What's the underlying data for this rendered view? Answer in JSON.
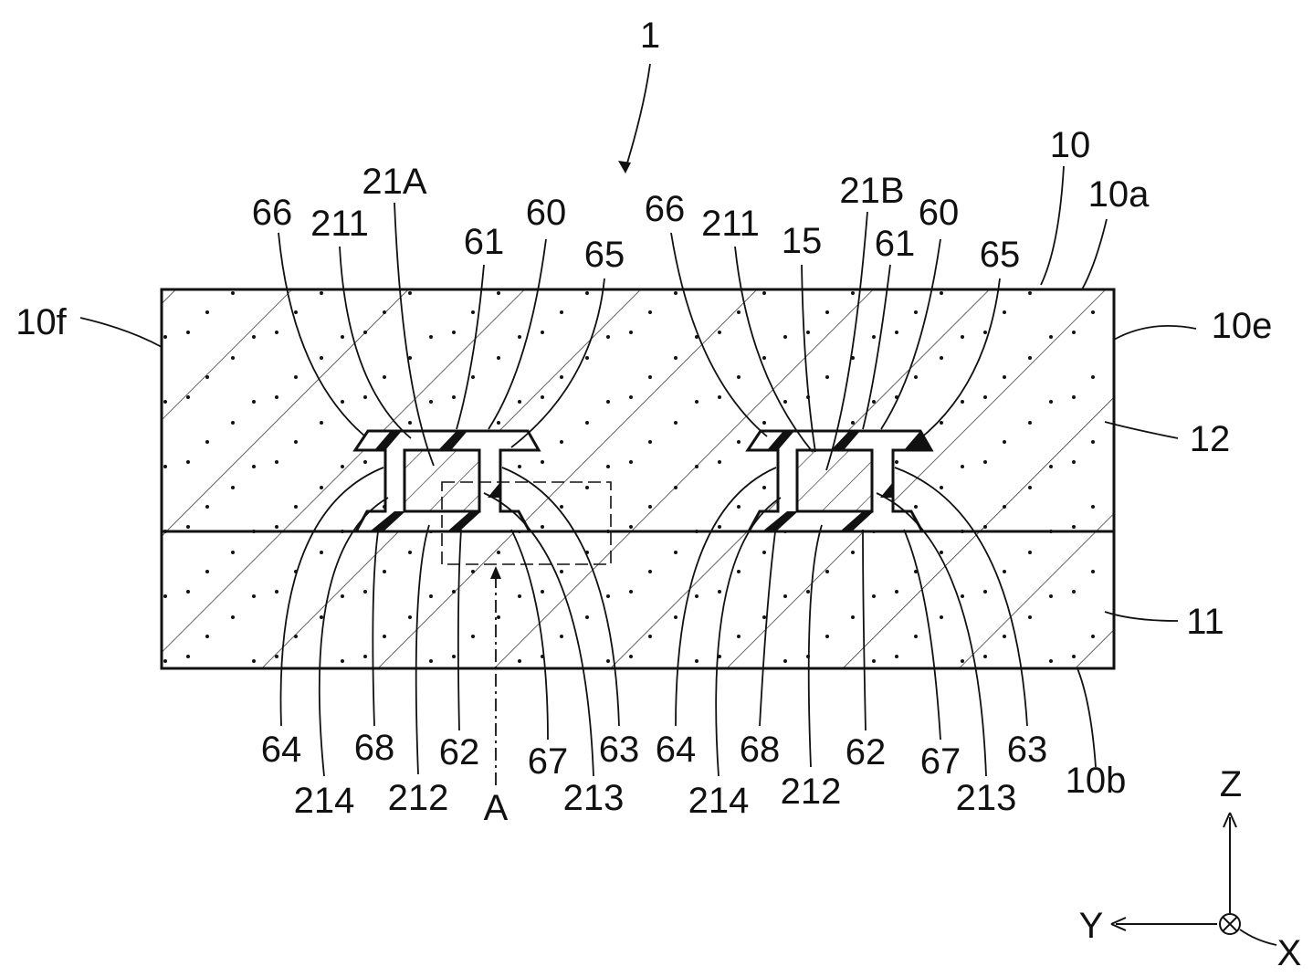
{
  "figure": {
    "ref_device": "1",
    "ref_body": "10",
    "ref_top_surface": "10a",
    "ref_left_surface": "10f",
    "ref_right_surface": "10e",
    "ref_bottom_surface": "10b",
    "ref_upper_layer": "12",
    "ref_lower_layer": "11",
    "ref_detail": "A",
    "left_component": {
      "label_66": "66",
      "label_211": "211",
      "label_id": "21A",
      "label_61": "61",
      "label_60": "60",
      "label_65": "65",
      "label_64": "64",
      "label_214": "214",
      "label_68": "68",
      "label_212": "212",
      "label_62": "62",
      "label_67": "67",
      "label_213": "213",
      "label_63": "63"
    },
    "right_component": {
      "label_66": "66",
      "label_211": "211",
      "label_15": "15",
      "label_id": "21B",
      "label_61": "61",
      "label_60": "60",
      "label_65": "65",
      "label_64": "64",
      "label_214": "214",
      "label_68": "68",
      "label_212": "212",
      "label_62": "62",
      "label_67": "67",
      "label_213": "213",
      "label_63": "63"
    },
    "axes": {
      "z": "Z",
      "y": "Y",
      "x": "X"
    }
  }
}
